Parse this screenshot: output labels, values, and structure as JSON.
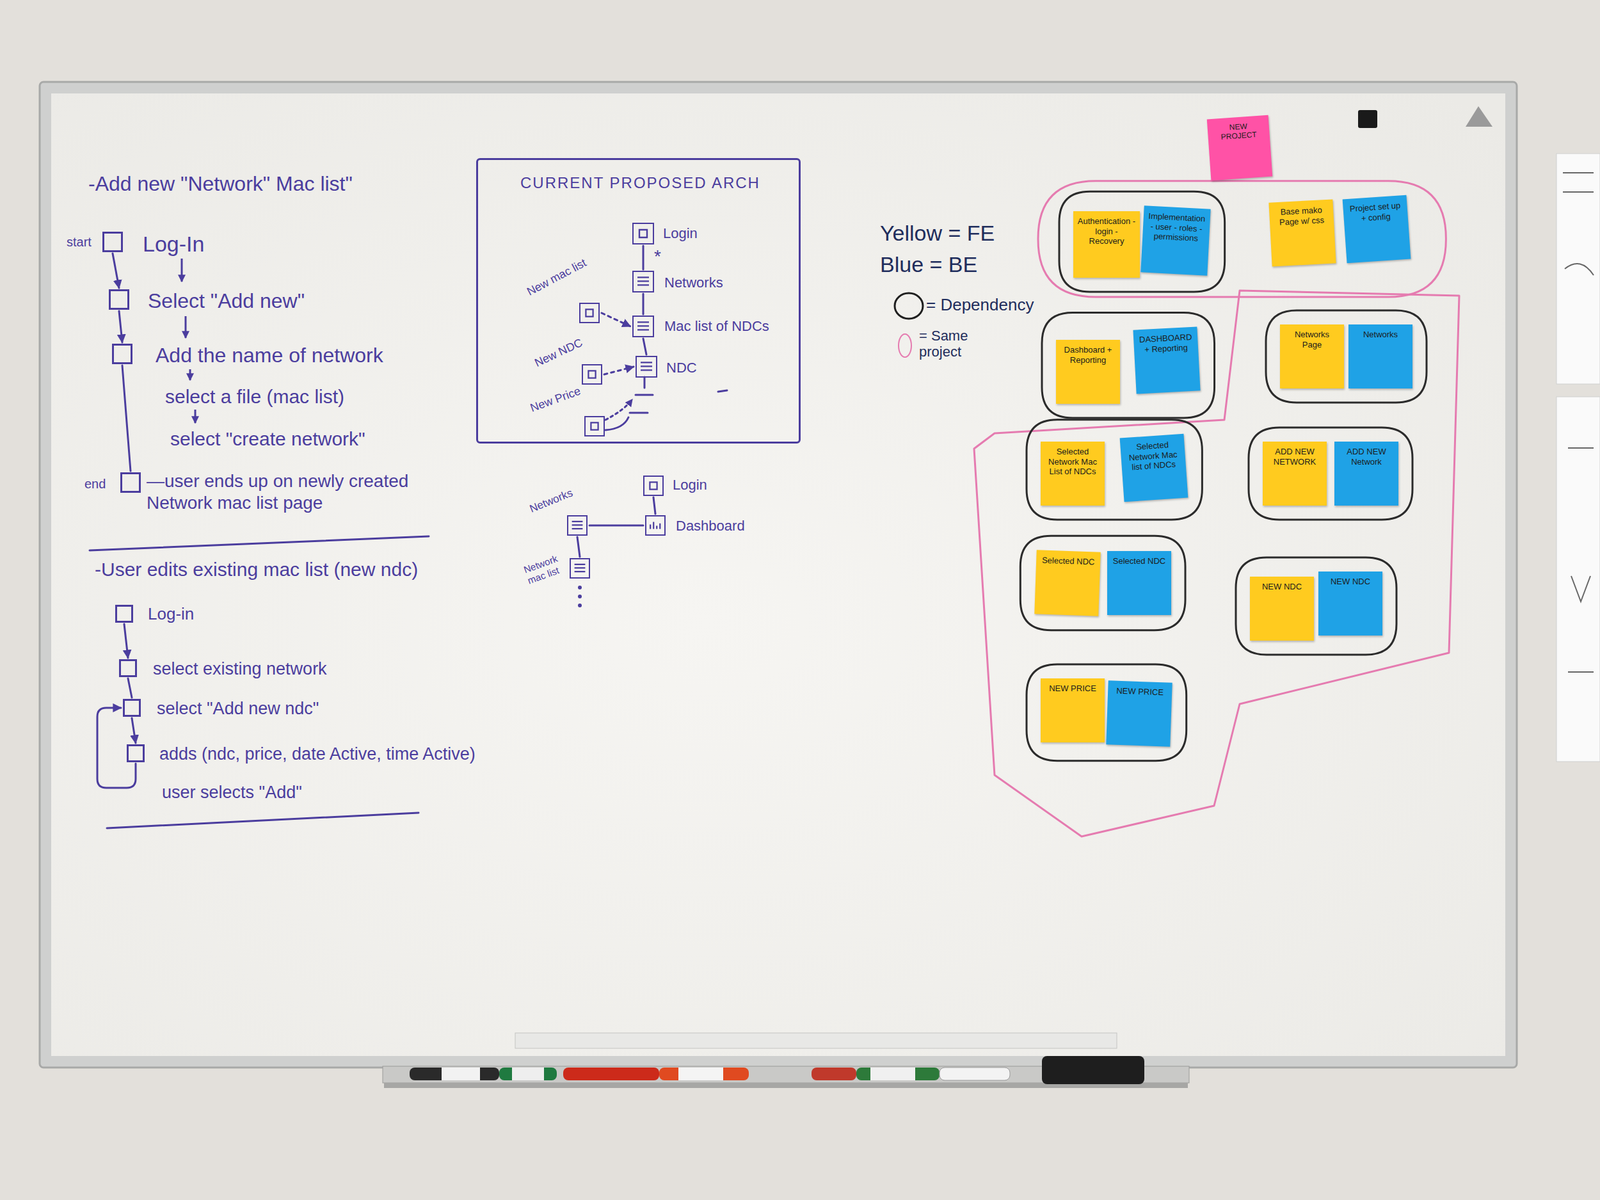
{
  "diagram": {
    "nodes": [
      {
        "text": [
          "Log-In"
        ]
      },
      {
        "text": [
          "Select \"Add new\""
        ]
      },
      {
        "text": [
          "Add the name of network",
          "select a file (mac list)",
          "select \"create network\""
        ]
      },
      {
        "text": [
          "—user ends up on newly created Network mac list page"
        ]
      },
      {
        "text": [
          "Log-in"
        ]
      },
      {
        "text": [
          "select existing network"
        ]
      },
      {
        "text": [
          "select \"Add new ndc\""
        ]
      },
      {
        "text": [
          "adds (ndc, price, date Active, time Active)",
          "user selects \"Add\""
        ]
      },
      {
        "text": [
          "CURRENT PROPOSED ARCH"
        ]
      },
      {
        "text": [
          "Login"
        ],
        "in": 8
      },
      {
        "text": [
          "Networks"
        ],
        "in": 8
      },
      {
        "text": [
          "Mac list of NDCs"
        ],
        "in": 8
      },
      {
        "text": [
          "NDC"
        ],
        "in": 8
      },
      {
        "text": [
          "New mac list"
        ],
        "in": 8
      },
      {
        "text": [
          "New NDC"
        ],
        "in": 8
      },
      {
        "text": [
          "New Price"
        ],
        "in": 8
      },
      {
        "text": [
          "Login"
        ]
      },
      {
        "text": [
          "Dashboard"
        ]
      },
      {
        "text": [
          "Networks"
        ]
      },
      {
        "text": [
          "Network mac list"
        ]
      },
      {
        "text": [
          "NEW PROJECT"
        ]
      },
      {
        "text": [
          "Authentication - login - Recovery"
        ]
      },
      {
        "text": [
          "Implementation - user - roles - permissions"
        ]
      },
      {
        "text": [
          "Base mako Page w/ css"
        ]
      },
      {
        "text": [
          "Project set up + config"
        ]
      },
      {
        "text": [
          "Dashboard + Reporting"
        ]
      },
      {
        "text": [
          "DASHBOARD + Reporting"
        ]
      },
      {
        "text": [
          "Networks Page"
        ]
      },
      {
        "text": [
          "Networks"
        ]
      },
      {
        "text": [
          "Selected Network Mac List of NDCs"
        ]
      },
      {
        "text": [
          "Selected Network Mac list of NDCs"
        ]
      },
      {
        "text": [
          "ADD NEW NETWORK"
        ]
      },
      {
        "text": [
          "ADD NEW Network"
        ]
      },
      {
        "text": [
          "Selected NDC"
        ]
      },
      {
        "text": [
          "Selected NDC"
        ]
      },
      {
        "text": [
          "NEW NDC"
        ]
      },
      {
        "text": [
          "NEW NDC"
        ]
      },
      {
        "text": [
          "NEW PRICE"
        ]
      },
      {
        "text": [
          "NEW PRICE"
        ]
      }
    ],
    "edges": [
      {
        "from": 0,
        "to": 1,
        "arrow": "to"
      },
      {
        "from": 1,
        "to": 2,
        "arrow": "to"
      },
      {
        "from": 2,
        "to": 3,
        "arrow": "none"
      },
      {
        "from": 4,
        "to": 5,
        "arrow": "to"
      },
      {
        "from": 5,
        "to": 6,
        "arrow": "none"
      },
      {
        "from": 6,
        "to": 7,
        "arrow": "to"
      },
      {
        "from": 7,
        "to": 6,
        "arrow": "to"
      },
      {
        "from": 9,
        "to": 10,
        "arrow": "none"
      },
      {
        "from": 10,
        "to": 11,
        "arrow": "none"
      },
      {
        "from": 11,
        "to": 12,
        "arrow": "none"
      },
      {
        "from": 13,
        "to": 11,
        "arrow": "to"
      },
      {
        "from": 14,
        "to": 12,
        "arrow": "to"
      },
      {
        "from": 16,
        "to": 17,
        "arrow": "none"
      },
      {
        "from": 17,
        "to": 18,
        "arrow": "none"
      },
      {
        "from": 18,
        "to": 19,
        "arrow": "none"
      }
    ],
    "labels": [
      "-Add new \"Network\" Mac list\"",
      "start",
      "end",
      "-User edits existing mac list (new ndc)",
      "*"
    ],
    "legend": [
      {
        "text": "Yellow = FE"
      },
      {
        "text": "Blue = BE"
      },
      {
        "text": "= Dependency"
      },
      {
        "text": "= Same project"
      }
    ]
  }
}
